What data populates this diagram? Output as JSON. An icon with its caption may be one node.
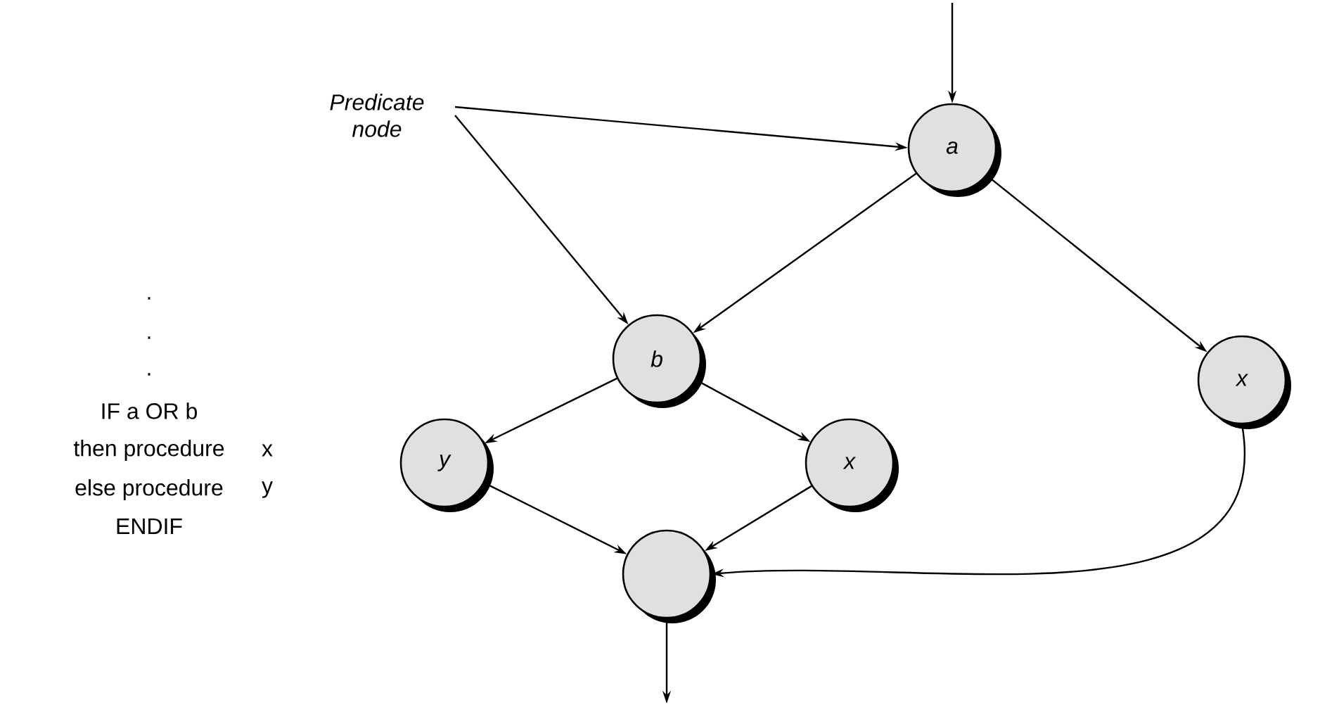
{
  "diagram": {
    "nodes": [
      {
        "text": [
          "Predicate node"
        ]
      },
      {
        "text": [
          "a"
        ]
      },
      {
        "text": [
          "b"
        ]
      },
      {
        "text": [
          "x"
        ]
      },
      {
        "text": [
          "y"
        ]
      },
      {
        "text": [
          "x"
        ]
      },
      {
        "text": [],
        "shape": "circle"
      }
    ],
    "edges": [
      {
        "from": 0,
        "to": 1,
        "arrow": "to"
      },
      {
        "from": 0,
        "to": 2,
        "arrow": "to"
      },
      {
        "from": null,
        "to": 1,
        "arrow": "to"
      },
      {
        "from": 1,
        "to": 2,
        "arrow": "to"
      },
      {
        "from": 1,
        "to": 3,
        "arrow": "to"
      },
      {
        "from": 2,
        "to": 4,
        "arrow": "to"
      },
      {
        "from": 2,
        "to": 5,
        "arrow": "to"
      },
      {
        "from": 4,
        "to": 6,
        "arrow": "to"
      },
      {
        "from": 5,
        "to": 6,
        "arrow": "to"
      },
      {
        "from": 3,
        "to": 6,
        "arrow": "to"
      },
      {
        "from": 6,
        "to": null,
        "arrow": "to"
      }
    ],
    "labels": [
      ".",
      ".",
      ".",
      "IF a OR b",
      "then procedure",
      "x",
      "else procedure",
      "y",
      "ENDIF"
    ]
  }
}
